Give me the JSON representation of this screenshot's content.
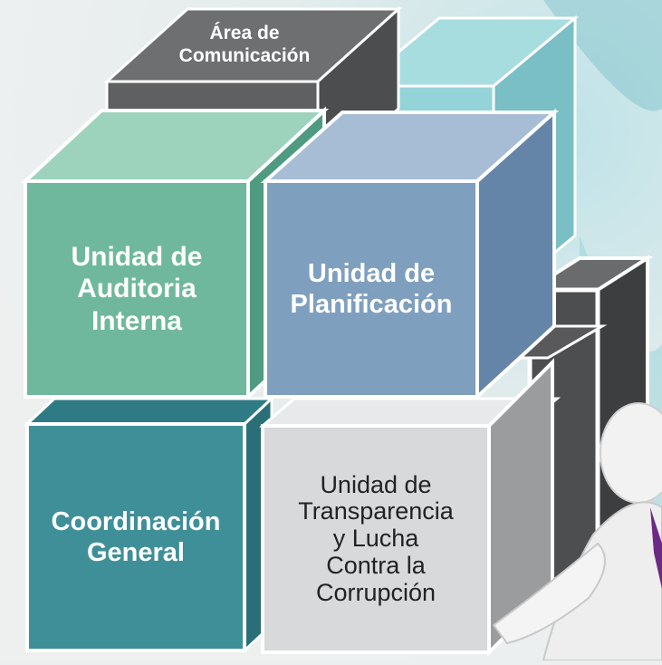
{
  "diagram": {
    "cubes": [
      {
        "id": "area-comunicacion",
        "label": "Área de\nComunicación",
        "color": "#5f6062"
      },
      {
        "id": "auditoria",
        "label": "Unidad de\nAuditoria\nInterna",
        "color": "#6fb89e"
      },
      {
        "id": "planificacion",
        "label": "Unidad de\nPlanificación",
        "color": "#7f9fbe"
      },
      {
        "id": "coordinacion",
        "label": "Coordinación\nGeneral",
        "color": "#3f8f99"
      },
      {
        "id": "transparencia",
        "label": "Unidad de\nTransparencia\ny Lucha\nContra la\nCorrupción",
        "color": "#d7d9da"
      }
    ],
    "decorative_cube_color": "#8fcfd3",
    "background_accent": "#b9dfe4"
  }
}
